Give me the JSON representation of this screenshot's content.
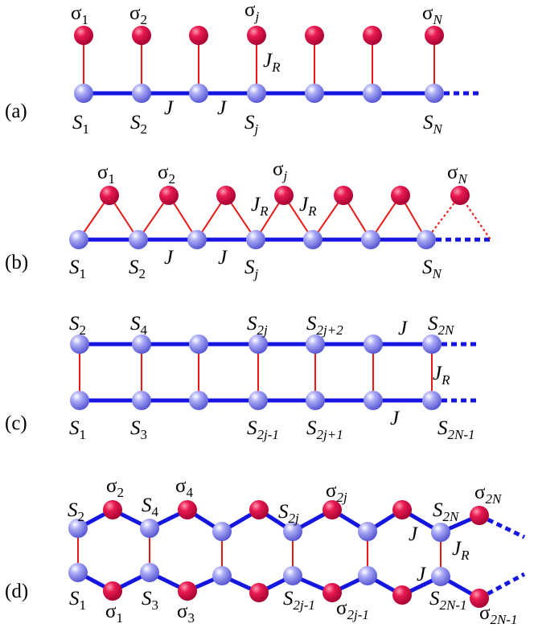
{
  "panels": {
    "a": {
      "tag": "(a)"
    },
    "b": {
      "tag": "(b)"
    },
    "c": {
      "tag": "(c)"
    },
    "d": {
      "tag": "(d)"
    }
  },
  "symbols": {
    "sigma": "σ",
    "spin": "S",
    "coupling": "J",
    "rung_coupling_sub": "R"
  },
  "subscripts": {
    "one": "1",
    "two": "2",
    "three": "3",
    "four": "4",
    "j": "j",
    "N": "N",
    "2j": "2j",
    "2j+2": "2j+2",
    "2j-1": "2j-1",
    "2j+1": "2j+1",
    "2N": "2N",
    "2N-1": "2N-1"
  },
  "colors": {
    "chain": "#1515e0",
    "rung": "#e81818",
    "spin_node": "#8585ec",
    "sigma_node": "#e01548"
  }
}
